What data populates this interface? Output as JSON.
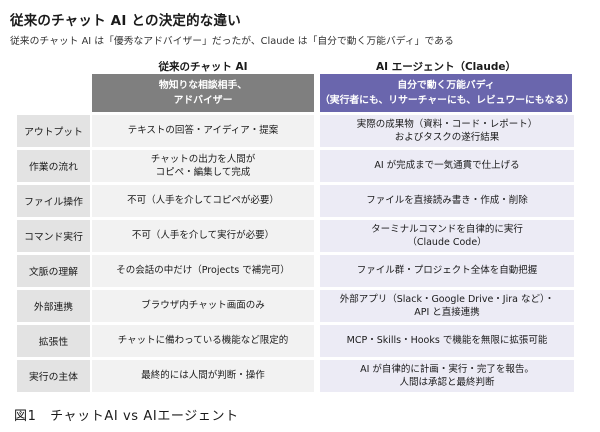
{
  "title": "従来のチャット AI との決定的な違い",
  "subtitle": "従来のチャット AI は「優秀なアドバイザー」だったが、Claude は「自分で動く万能バディ」である",
  "columns": {
    "chat": {
      "heading": "従来のチャット AI",
      "tagline_line1": "物知りな相談相手、",
      "tagline_line2": "アドバイザー"
    },
    "ai": {
      "heading": "AI エージェント（Claude）",
      "tagline_line1": "自分で動く万能バディ",
      "tagline_line2": "（実行者にも、リサーチャーにも、レビュワーにもなる）"
    }
  },
  "rows": [
    {
      "label": "アウトプット",
      "chat_line1": "テキストの回答・アイディア・提案",
      "chat_line2": "",
      "ai_line1": "実際の成果物（資料・コード・レポート）",
      "ai_line2": "およびタスクの遂行結果"
    },
    {
      "label": "作業の流れ",
      "chat_line1": "チャットの出力を人間が",
      "chat_line2": "コピペ・編集して完成",
      "ai_line1": "AI が完成まで一気通貫で仕上げる",
      "ai_line2": ""
    },
    {
      "label": "ファイル操作",
      "chat_line1": "不可（人手を介してコピペが必要）",
      "chat_line2": "",
      "ai_line1": "ファイルを直接読み書き・作成・削除",
      "ai_line2": ""
    },
    {
      "label": "コマンド実行",
      "chat_line1": "不可（人手を介して実行が必要）",
      "chat_line2": "",
      "ai_line1": "ターミナルコマンドを自律的に実行",
      "ai_line2": "（Claude Code）"
    },
    {
      "label": "文脈の理解",
      "chat_line1": "その会話の中だけ（Projects で補完可）",
      "chat_line2": "",
      "ai_line1": "ファイル群・プロジェクト全体を自動把握",
      "ai_line2": ""
    },
    {
      "label": "外部連携",
      "chat_line1": "ブラウザ内チャット画面のみ",
      "chat_line2": "",
      "ai_line1": "外部アプリ（Slack・Google Drive・Jira など）・",
      "ai_line2": "API と直接連携"
    },
    {
      "label": "拡張性",
      "chat_line1": "チャットに備わっている機能など限定的",
      "chat_line2": "",
      "ai_line1": "MCP・Skills・Hooks で機能を無限に拡張可能",
      "ai_line2": ""
    },
    {
      "label": "実行の主体",
      "chat_line1": "最終的には人間が判断・操作",
      "chat_line2": "",
      "ai_line1": "AI が自律的に計画・実行・完了を報告。",
      "ai_line2": "人間は承認と最終判断"
    }
  ],
  "caption": "図1　チャットAI vs AIエージェント"
}
